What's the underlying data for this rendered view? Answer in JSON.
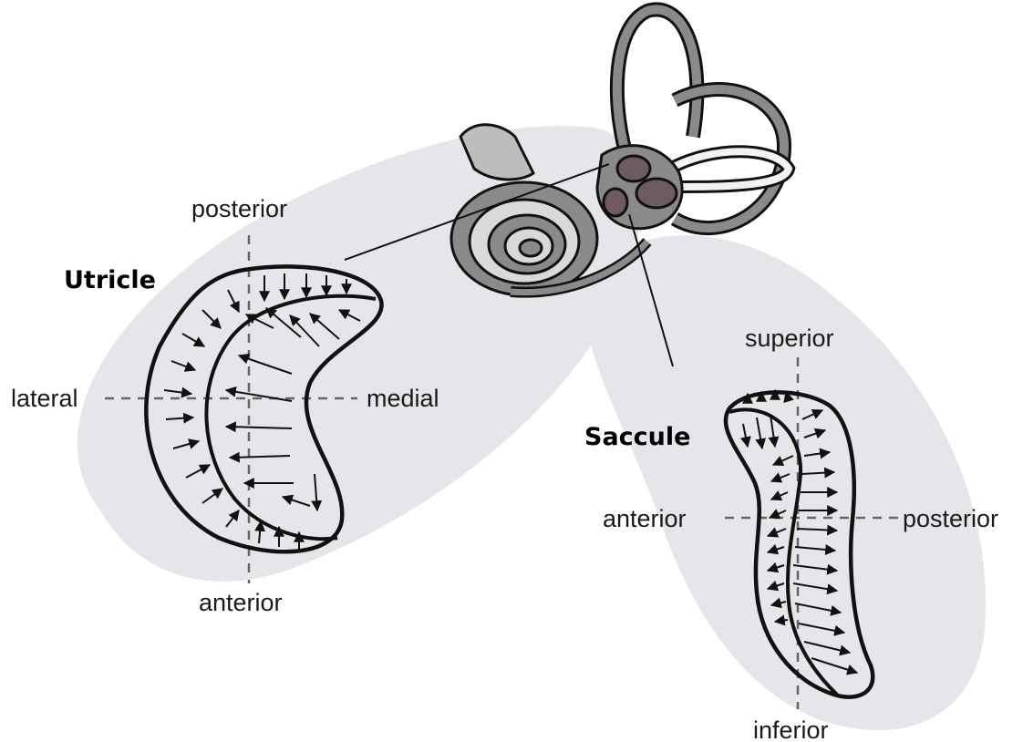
{
  "utricle": {
    "title": "Utricle",
    "axes": {
      "top": "posterior",
      "bottom": "anterior",
      "left": "lateral",
      "right": "medial"
    }
  },
  "saccule": {
    "title": "Saccule",
    "axes": {
      "top": "superior",
      "bottom": "inferior",
      "left": "anterior",
      "right": "posterior"
    }
  },
  "colors": {
    "background_blob": "#e6e6ea",
    "outline": "#111111",
    "otolith_highlight": "#6e5a62",
    "labyrinth_fill": "#8a8a8a"
  },
  "icons": {
    "inner_ear": "inner-ear-labyrinth-illustration",
    "hair_cell_arrow": "polarity-arrow"
  }
}
